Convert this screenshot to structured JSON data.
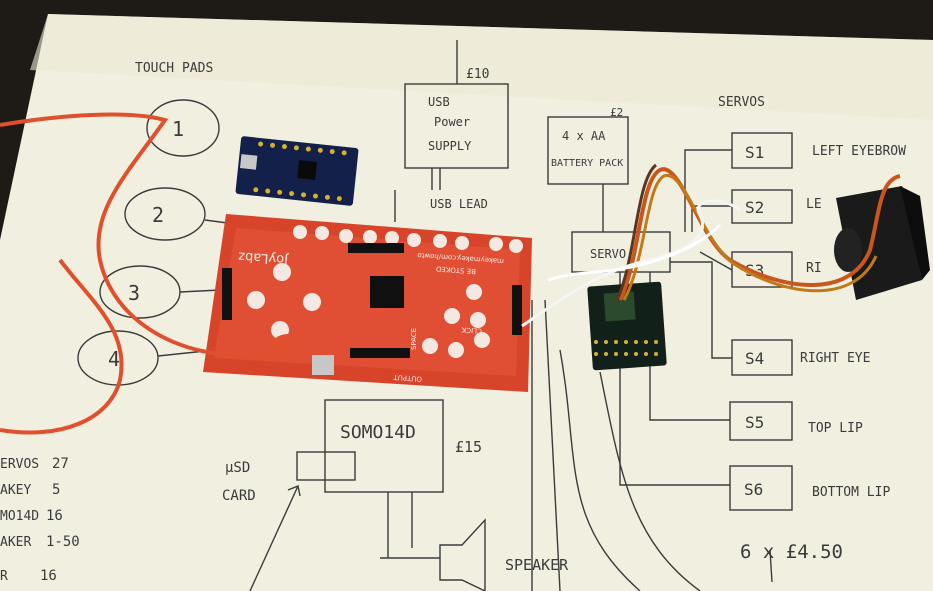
{
  "colors": {
    "background": "#1e1a16",
    "paper": "#f1efdf",
    "ink": "#3b3b3b",
    "makey_board": "#d8442a",
    "pro_micro": "#13214a",
    "cable": "#e0502e"
  },
  "notes": {
    "touch_pads": "TOUCH PADS",
    "pad_1": "1",
    "pad_2": "2",
    "pad_3": "3",
    "pad_4": "4",
    "usb_power_supply_1": "USB",
    "usb_power_supply_2": "Power",
    "usb_power_supply_3": "SUPPLY",
    "usb_price": "£10",
    "usb_lead": "USB LEAD",
    "battery_1": "4 x AA",
    "battery_2": "BATTERY PACK",
    "battery_price": "£2",
    "servos_title": "SERVOS",
    "s1": "S1",
    "s2": "S2",
    "s3": "S3",
    "s4": "S4",
    "s5": "S5",
    "s6": "S6",
    "left_eyebrow": "LEFT EYEBROW",
    "left_partial": "LE",
    "right_partial": "RI",
    "right_eye": "RIGHT EYE",
    "top_lip": "TOP LIP",
    "bottom_lip": "BOTTOM LIP",
    "servo_box": "SERVO",
    "somo": "SOMO14D",
    "somo_price": "£15",
    "usd_1": "μSD",
    "usd_2": "CARD",
    "speaker": "SPEAKER",
    "servo_cost": "6 x £4.50"
  },
  "cost_list": [
    {
      "item": "ERVOS",
      "cost": "27"
    },
    {
      "item": "AKEY",
      "cost": "5"
    },
    {
      "item": "MO14D",
      "cost": "16"
    },
    {
      "item": "AKER",
      "cost": "1-50"
    },
    {
      "item": "R",
      "cost": "16"
    }
  ],
  "board": {
    "brand": "JoyLabz",
    "url": "makeymakey.com/howto",
    "be_stoked": "BE STOKED",
    "click": "CLICK",
    "space": "SPACE",
    "output": "OUTPUT"
  }
}
